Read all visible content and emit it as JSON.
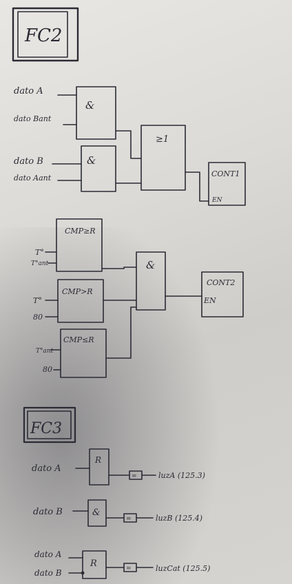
{
  "fc2": {
    "title": "FC2",
    "net1": {
      "inputs": [
        "dato A",
        "dato Bant",
        "dato B",
        "dato Aant"
      ],
      "and1_label": "&",
      "and2_label": "&",
      "or_label": "≥1",
      "output_label": "CONT1",
      "output_pin": "EN"
    },
    "net2": {
      "cmp1_label": "CMP≥R",
      "cmp1_inputs": [
        "T°",
        "T°ant"
      ],
      "cmp2_label": "CMP>R",
      "cmp2_inputs": [
        "T°",
        "80"
      ],
      "cmp3_label": "CMP≤R",
      "cmp3_inputs": [
        "T°ant",
        "80"
      ],
      "and_label": "&",
      "output_label": "CONT2",
      "output_pin": "EN"
    }
  },
  "fc3": {
    "title": "FC3",
    "rungs": [
      {
        "inputs": [
          "dato A"
        ],
        "gate_label": "R",
        "coil_label": "=",
        "output": "luzA (125.3)"
      },
      {
        "inputs": [
          "dato B"
        ],
        "gate_label": "&",
        "coil_label": "=",
        "output": "luzB (125.4)"
      },
      {
        "inputs": [
          "dato A",
          "dato B"
        ],
        "gate_label": "R",
        "coil_label": "=",
        "output": "luzCat (125.5)"
      }
    ]
  }
}
